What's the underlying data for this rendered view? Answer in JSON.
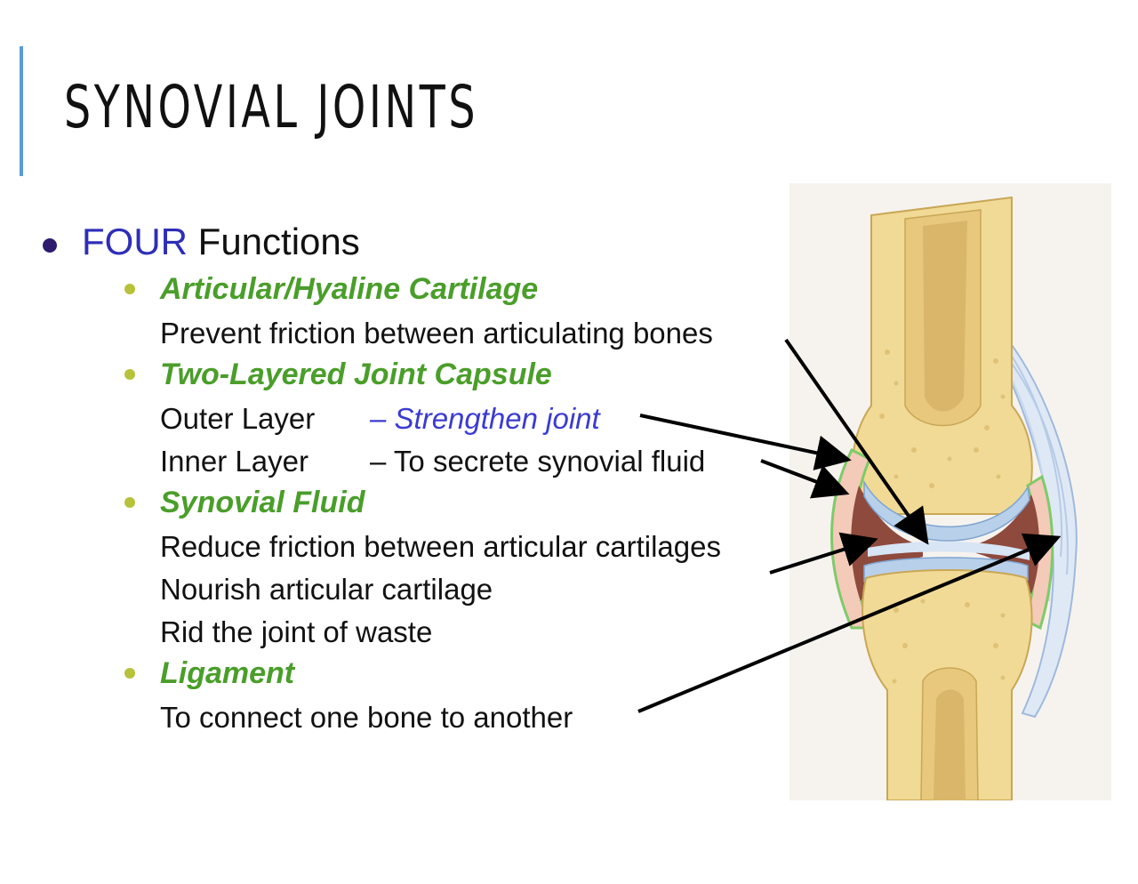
{
  "slide": {
    "title": "SYNOVIAL JOINTS",
    "main_bullet": {
      "emphasis": "FOUR",
      "text": "Functions"
    },
    "functions": [
      {
        "heading": "Articular/Hyaline Cartilage",
        "lines": [
          "Prevent friction between articulating bones"
        ]
      },
      {
        "heading": "Two-Layered Joint Capsule",
        "layers": [
          {
            "label": "Outer Layer",
            "description": "– Strengthen joint"
          },
          {
            "label": "Inner Layer",
            "description": "– To secrete synovial fluid"
          }
        ]
      },
      {
        "heading": "Synovial Fluid",
        "lines": [
          "Reduce friction between articular cartilages",
          "Nourish articular cartilage",
          "Rid the joint of waste"
        ]
      },
      {
        "heading": "Ligament",
        "lines": [
          "To connect one bone to another"
        ]
      }
    ]
  },
  "colors": {
    "accent_bar": "#5b9bd5",
    "emphasis_blue": "#2e2eb8",
    "heading_green": "#4a9e2a",
    "sub_bullet": "#b7c23a",
    "bone": "#f0d992",
    "cartilage": "#b9d0ea",
    "cavity": "#8e4a3c",
    "capsule": "#8fd07a"
  }
}
